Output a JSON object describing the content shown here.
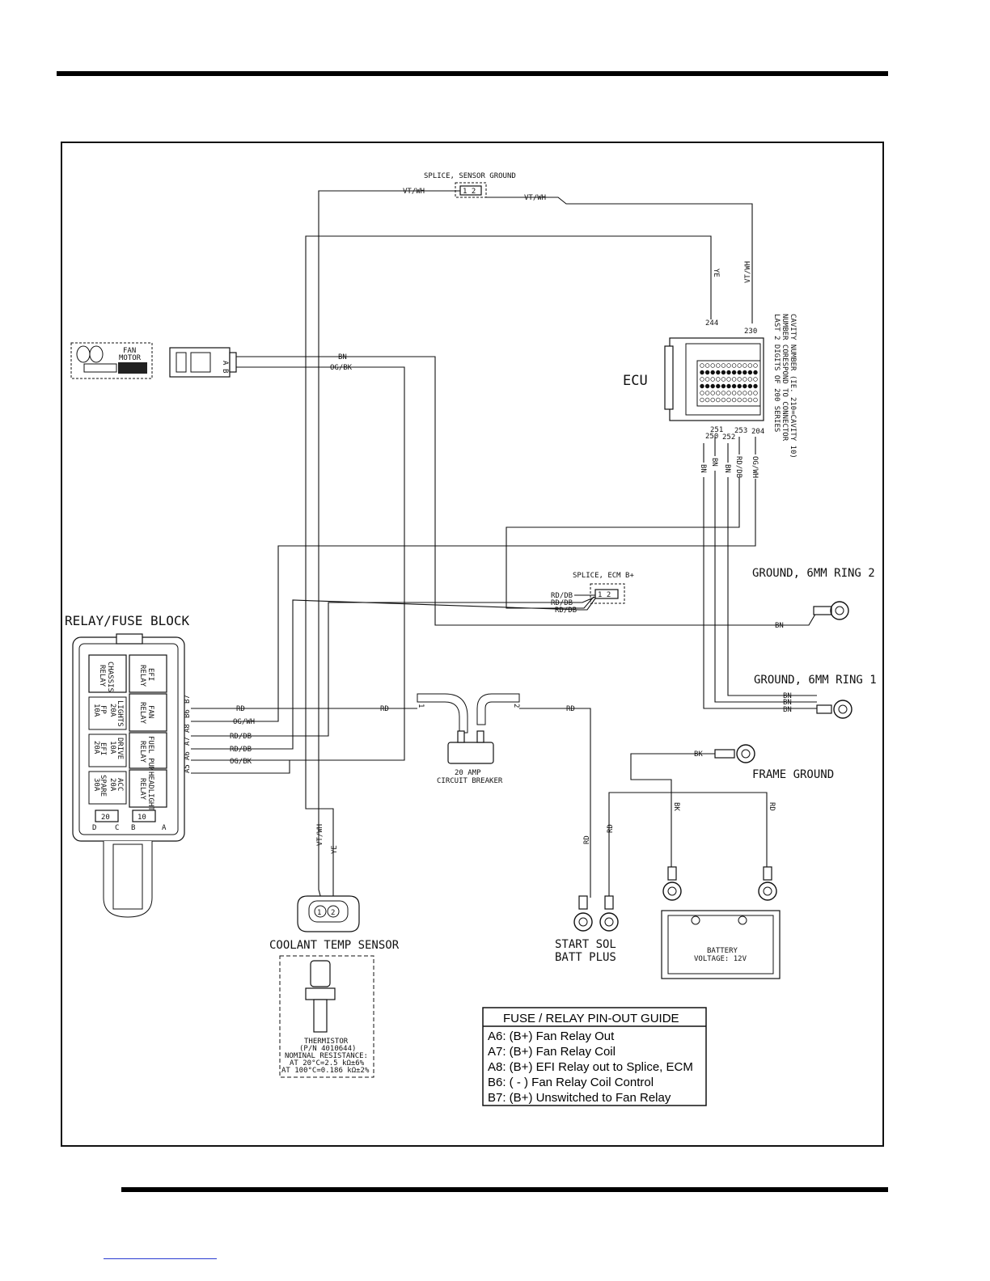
{
  "diagram": {
    "splice_sensor_ground": {
      "title": "SPLICE, SENSOR GROUND",
      "pins": "1 2"
    },
    "splice_ecm": {
      "title": "SPLICE, ECM B+",
      "pins": "1 2"
    },
    "ecu": {
      "label": "ECU",
      "pin_top_244": "244",
      "pin_top_230": "230",
      "pin_250": "250",
      "pin_251": "251",
      "pin_252": "252",
      "pin_253": "253",
      "pin_204": "204",
      "note_lines": [
        "LAST 2 DIGITS OF 200 SERIES",
        "NUMBER CORESPOND TO CONNECTOR",
        "CAVITY NUMBER (IE. 210=CAVITY 10)"
      ]
    },
    "fan_motor": {
      "line1": "FAN",
      "line2": "MOTOR",
      "pin_b": "B",
      "pin_a": "A"
    },
    "relay_fuse_block": {
      "title": "RELAY/FUSE BLOCK",
      "relays": [
        "CHASSIS RELAY",
        "EFI RELAY",
        "FAN RELAY",
        "FUEL PUMP RELAY",
        "HEADLIGHT RELAY"
      ],
      "fuses": [
        "LIGHTS 20A",
        "FP 10A",
        "DRIVE 10A",
        "EFI 20A",
        "ACC 20A",
        "SPARE 30A"
      ],
      "bottom": [
        "20",
        "10",
        "D",
        "C",
        "B",
        "A"
      ],
      "pins": [
        "B7",
        "B6",
        "A8",
        "A7",
        "A6",
        "A5"
      ]
    },
    "wires": {
      "vt_wh": "VT/WH",
      "ye": "YE",
      "bn": "BN",
      "og_bk": "OG/BK",
      "og_wh": "OG/WH",
      "rd": "RD",
      "rd_db": "RD/DB",
      "bk": "BK"
    },
    "circuit_breaker": {
      "line1": "20 AMP",
      "line2": "CIRCUIT BREAKER",
      "pin1": "1",
      "pin2": "2"
    },
    "ground_ring_2": "GROUND, 6MM RING 2",
    "ground_ring_1": "GROUND, 6MM RING 1",
    "frame_ground": "FRAME GROUND",
    "start_sol": {
      "line1": "START SOL",
      "line2": "BATT PLUS"
    },
    "battery": {
      "line1": "BATTERY",
      "line2": "VOLTAGE: 12V"
    },
    "coolant_sensor": {
      "title": "COOLANT TEMP SENSOR",
      "pin1": "1",
      "pin2": "2",
      "thermistor": [
        "THERMISTOR",
        "(P/N 4010644)",
        "NOMINAL RESISTANCE:",
        "AT 20°C=2.5 kΩ±6%",
        "AT 100°C=0.186 kΩ±2%"
      ]
    },
    "pinout_guide": {
      "title": "FUSE / RELAY PIN-OUT GUIDE",
      "lines": [
        "A6: (B+) Fan Relay Out",
        "A7: (B+) Fan Relay Coil",
        "A8: (B+) EFI Relay out to Splice, ECM",
        "B6: ( - ) Fan Relay Coil Control",
        "B7: (B+) Unswitched to Fan Relay"
      ]
    }
  }
}
